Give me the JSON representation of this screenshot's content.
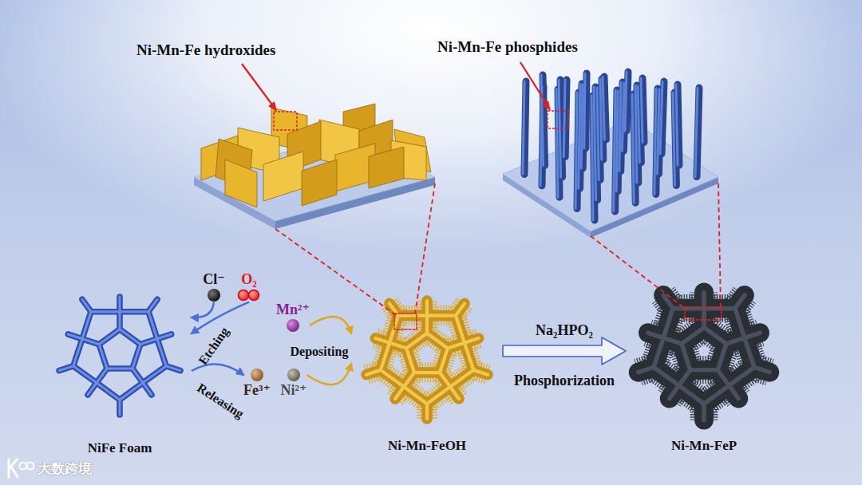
{
  "diagram": {
    "nodes": [
      {
        "text": [
          "Ni-Mn-Fe hydroxides"
        ]
      },
      {
        "text": [
          "Ni-Mn-Fe phosphides"
        ]
      },
      {
        "text": [
          "Cl⁻"
        ]
      },
      {
        "text": [
          "O₂"
        ]
      },
      {
        "text": [
          "Mn²⁺"
        ]
      },
      {
        "text": [
          "Fe³⁺"
        ]
      },
      {
        "text": [
          "Ni²⁺"
        ]
      },
      {
        "text": [
          "NiFe Foam"
        ]
      },
      {
        "text": [
          "Ni-Mn-FeOH"
        ]
      },
      {
        "text": [
          "Ni-Mn-FeP"
        ]
      }
    ],
    "edges": [
      {
        "from": 3,
        "to": 7,
        "arrow": "to",
        "label": "Etching"
      },
      {
        "from": 2,
        "to": 7,
        "arrow": "to"
      },
      {
        "from": 7,
        "to": 5,
        "arrow": "to",
        "label": "Releasing"
      },
      {
        "from": 4,
        "to": 8,
        "arrow": "to",
        "label": "Depositing"
      },
      {
        "from": 6,
        "to": 8,
        "arrow": "to"
      },
      {
        "from": 8,
        "to": 9,
        "arrow": "to",
        "label": "Phosphorization"
      },
      {
        "from": 0,
        "to": 8,
        "arrow": "none"
      },
      {
        "from": 1,
        "to": 9,
        "arrow": "none"
      }
    ],
    "labels": [
      "Na₂HPO₂",
      "大数跨境"
    ]
  }
}
